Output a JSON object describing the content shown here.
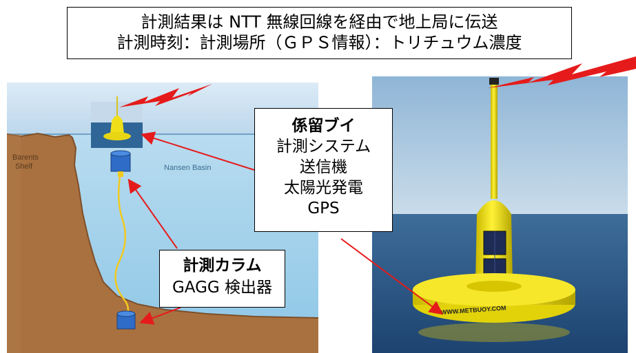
{
  "header": {
    "line1": "計測結果は NTT 無線回線を経由で地上局に伝送",
    "line2": "計測時刻：計測場所（ＧＰＳ情報）：トリチュウム濃度"
  },
  "map": {
    "label_barents": "Barents\nShelf",
    "label_nansen": "Nansen Basin"
  },
  "buoy_callout": {
    "title": "係留ブイ",
    "items": [
      "計測システム",
      "送信機",
      "太陽光発電",
      "GPS"
    ]
  },
  "column_callout": {
    "title": "計測カラム",
    "subtitle": "GAGG 検出器"
  },
  "photo": {
    "buoy_text": "WWW.METBUOY.COM"
  },
  "colors": {
    "sky": "#c9dff0",
    "sea": "#9dcdea",
    "land": "#a86a3a",
    "buoy_yellow": "#f2e21a",
    "arrow_red": "#e51b1b"
  }
}
